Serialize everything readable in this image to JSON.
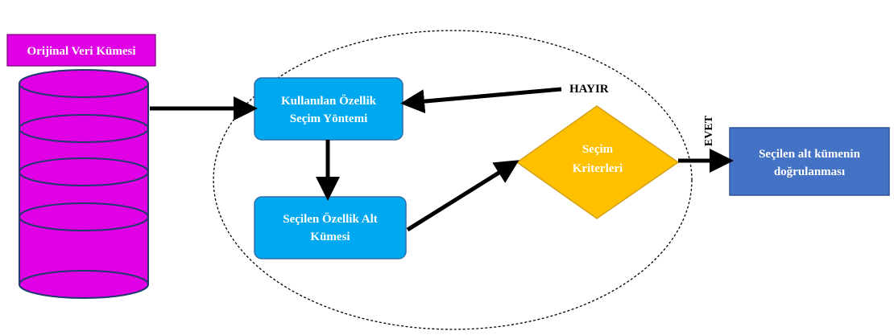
{
  "colors": {
    "magenta": "#e100e6",
    "blue_box": "#00a8f0",
    "blue_box_stroke": "#2f6fa8",
    "diamond": "#ffc000",
    "diamond_stroke": "#d4a017",
    "validation_box": "#4472c4",
    "validation_stroke": "#2f5597",
    "arrow": "#000000",
    "text_light": "#ffffff",
    "text_dark": "#000000"
  },
  "nodes": {
    "dataset_label": "Orijinal Veri Kümesi",
    "method_line1": "Kullanılan Özellik",
    "method_line2": "Seçim Yöntemi",
    "subset_line1": "Seçilen Özellik Alt",
    "subset_line2": "Kümesi",
    "criteria_line1": "Seçim",
    "criteria_line2": "Kriterleri",
    "validation_line1": "Seçilen alt kümenin",
    "validation_line2": "doğrulanması"
  },
  "edges": {
    "no_label": "HAYIR",
    "yes_label": "EVET"
  },
  "icons": {
    "database": "database-cylinder-icon"
  }
}
